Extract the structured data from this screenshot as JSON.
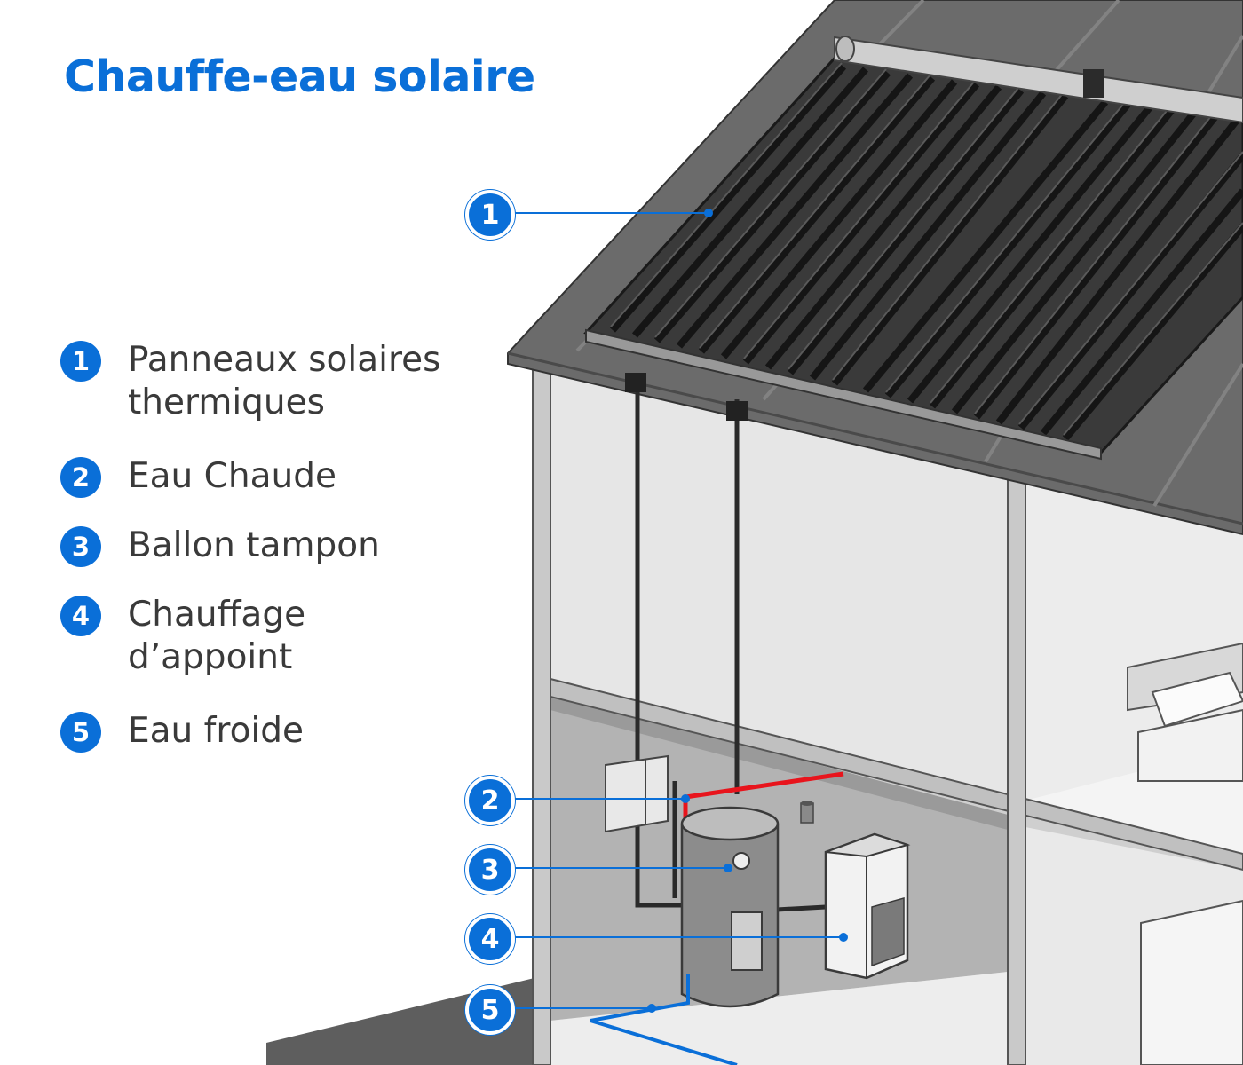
{
  "title": "Chauffe-eau solaire",
  "legend": [
    {
      "number": "1",
      "label": "Panneaux solaires\nthermiques"
    },
    {
      "number": "2",
      "label": "Eau Chaude"
    },
    {
      "number": "3",
      "label": "Ballon tampon"
    },
    {
      "number": "4",
      "label": "Chauffage\nd’appoint"
    },
    {
      "number": "5",
      "label": "Eau froide"
    }
  ],
  "markers": [
    "1",
    "2",
    "3",
    "4",
    "5"
  ],
  "colors": {
    "accent": "#0a6fd8",
    "hot_water": "#e8141c",
    "cold_water": "#0a6fd8",
    "text": "#3a3a3a",
    "roof": "#6b6b6b",
    "panel": "#2b2b2b",
    "wall": "#e4e4e4",
    "basement": "#b5b5b5"
  }
}
